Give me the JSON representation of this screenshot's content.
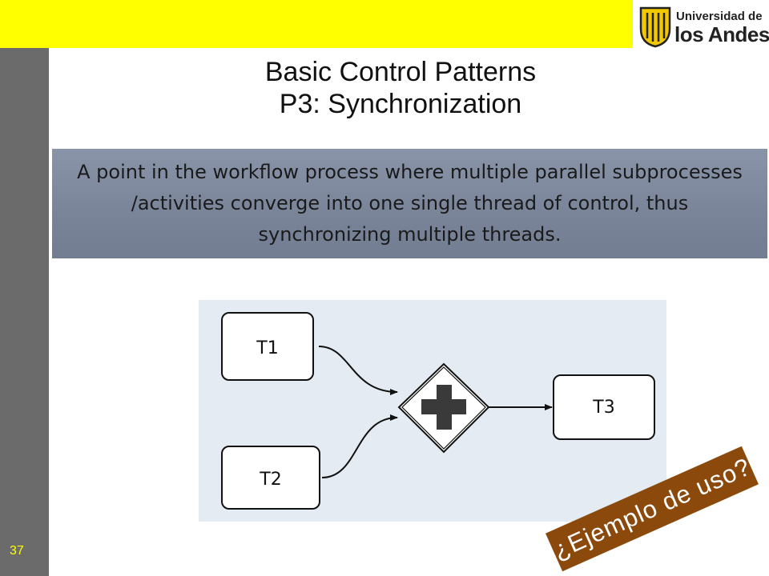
{
  "header": {
    "logo_line1": "Universidad de",
    "logo_line2": "los Andes"
  },
  "slide": {
    "title_line1": "Basic Control Patterns",
    "title_line2": "P3: Synchronization",
    "definition": "A point in the workflow process where multiple parallel subprocesses /activities converge into one single thread of control, thus synchronizing multiple threads.",
    "question": "¿Ejemplo de uso?",
    "page_number": "37"
  },
  "diagram": {
    "tasks": [
      {
        "id": "t1",
        "label": "T1"
      },
      {
        "id": "t2",
        "label": "T2"
      },
      {
        "id": "t3",
        "label": "T3"
      }
    ],
    "gateway": "parallel-gateway-plus-icon"
  },
  "colors": {
    "top_bar": "#ffff00",
    "side_bar": "#6b6b6b",
    "definition_bg": "#7f8a9e",
    "diagram_bg": "#e4ebf3",
    "question_bg": "#8b4a0c"
  }
}
